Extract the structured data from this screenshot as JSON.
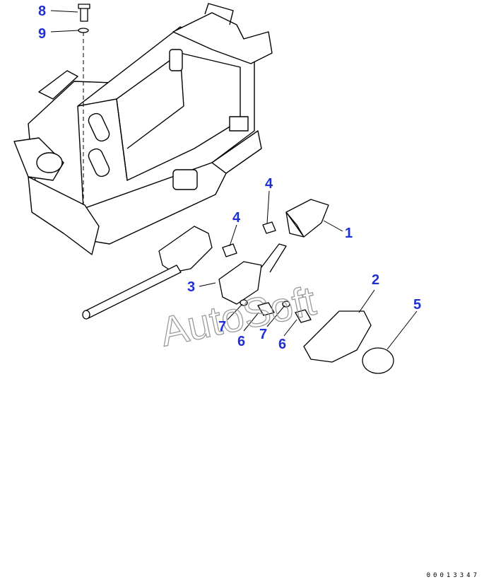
{
  "diagram": {
    "watermark": "AutoSoft",
    "document_number": "00013347",
    "callouts": [
      {
        "id": "c8",
        "label": "8"
      },
      {
        "id": "c9",
        "label": "9"
      },
      {
        "id": "c4a",
        "label": "4"
      },
      {
        "id": "c4b",
        "label": "4"
      },
      {
        "id": "c1",
        "label": "1"
      },
      {
        "id": "c3",
        "label": "3"
      },
      {
        "id": "c2",
        "label": "2"
      },
      {
        "id": "c5",
        "label": "5"
      },
      {
        "id": "c7a",
        "label": "7"
      },
      {
        "id": "c7b",
        "label": "7"
      },
      {
        "id": "c6a",
        "label": "6"
      },
      {
        "id": "c6b",
        "label": "6"
      }
    ],
    "colors": {
      "callout": "#1f2fd6",
      "line": "#000000",
      "watermark": "#9a9a9a"
    }
  }
}
